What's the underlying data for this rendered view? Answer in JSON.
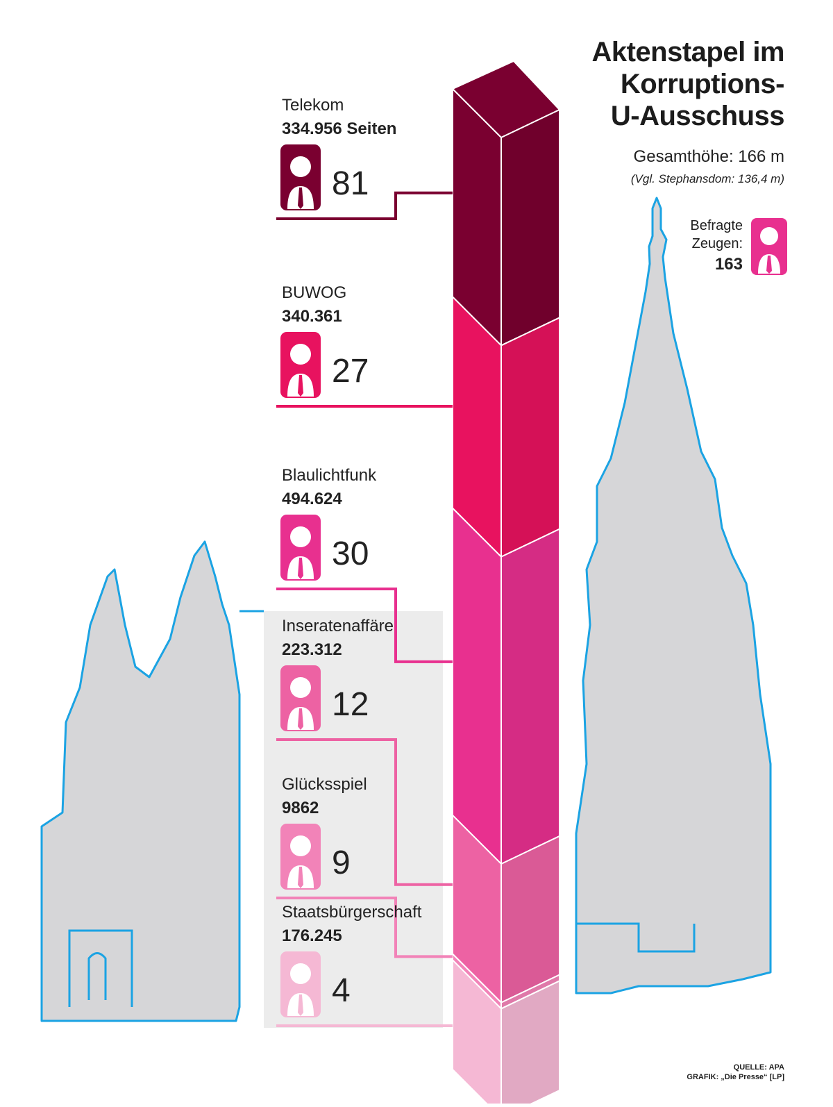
{
  "chart_data": {
    "type": "bar",
    "title": "Aktenstapel im Korruptions-U-Ausschuss",
    "title_lines": [
      "Aktenstapel im",
      "Korruptions-",
      "U-Ausschuss"
    ],
    "total_height_label": "Gesamthöhe: 166 m",
    "comparison_label": "(Vgl. Stephansdom: 136,4 m)",
    "witnesses_label_lines": [
      "Befragte",
      "Zeugen:"
    ],
    "witnesses_total": "163",
    "categories": [
      "Telekom",
      "BUWOG",
      "Blaulichtfunk",
      "Inseratenaffäre",
      "Glücksspiel",
      "Staatsbürgerschaft"
    ],
    "pages_labels": [
      "334.956 Seiten",
      "340.361",
      "494.624",
      "223.312",
      "9862",
      "176.245"
    ],
    "series": [
      {
        "name": "Seiten",
        "values": [
          334956,
          340361,
          494624,
          223312,
          9862,
          176245
        ]
      },
      {
        "name": "Befragte Zeugen",
        "values": [
          81,
          27,
          30,
          12,
          9,
          4
        ]
      }
    ],
    "colors": [
      "#7a0030",
      "#e8125f",
      "#e8308f",
      "#ed62a3",
      "#f283b8",
      "#f5b8d4"
    ],
    "source_lines": [
      "QUELLE: APA",
      "GRAFIK: „Die Presse“ [LP]"
    ]
  },
  "palette": {
    "building_fill": "#d6d6d8",
    "building_outline": "#1ba3e3",
    "background_panel": "#ececec"
  },
  "icons": [
    "person-icon",
    "stephansdom-silhouette",
    "church-silhouette"
  ]
}
